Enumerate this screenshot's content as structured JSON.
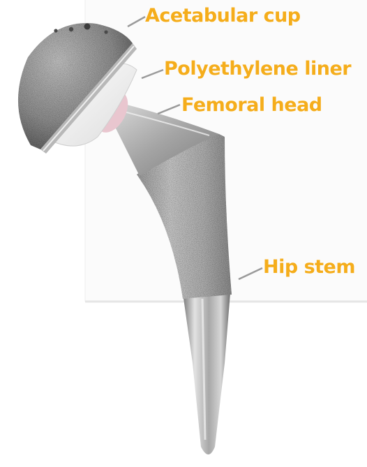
{
  "labels": {
    "acetabular_cup": "Acetabular cup",
    "polyethylene_liner": "Polyethylene liner",
    "femoral_head": "Femoral head",
    "hip_stem": "Hip stem"
  },
  "colors": {
    "label": "#f5ad1b",
    "leader_line": "#9a9a9a",
    "porous_coating": "#a9a9a9",
    "polished_metal": "#c9c9c9",
    "liner": "#f4f4f4",
    "femoral_head": "#e9c6cf"
  }
}
